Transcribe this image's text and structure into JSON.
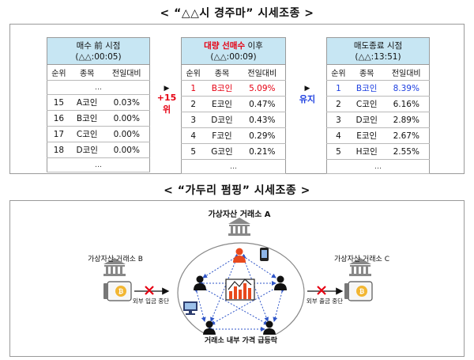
{
  "titles": {
    "section1": "< “△△시 경주마” 시세조종 >",
    "section2": "< “가두리 펌핑” 시세조종 >"
  },
  "tables": [
    {
      "header_line1": "매수 前 시점",
      "header_line2": "(△△:00:05)",
      "columns": [
        "순위",
        "종목",
        "전일대비"
      ],
      "rows": [
        {
          "rank": "…",
          "name": "",
          "change": ""
        },
        {
          "rank": "15",
          "name": "A코인",
          "change": "0.03%"
        },
        {
          "rank": "16",
          "name": "B코인",
          "change": "0.00%"
        },
        {
          "rank": "17",
          "name": "C코인",
          "change": "0.00%"
        },
        {
          "rank": "18",
          "name": "D코인",
          "change": "0.00%"
        }
      ],
      "footer": "…"
    },
    {
      "header_line1a": "대량 선매수",
      "header_line1b": " 이후",
      "header_line2": "(△△:00:09)",
      "columns": [
        "순위",
        "종목",
        "전일대비"
      ],
      "rows": [
        {
          "rank": "1",
          "name": "B코인",
          "change": "5.09%"
        },
        {
          "rank": "2",
          "name": "E코인",
          "change": "0.47%"
        },
        {
          "rank": "3",
          "name": "D코인",
          "change": "0.43%"
        },
        {
          "rank": "4",
          "name": "F코인",
          "change": "0.29%"
        },
        {
          "rank": "5",
          "name": "G코인",
          "change": "0.21%"
        }
      ],
      "footer": "…"
    },
    {
      "header_line1": "매도종료 시점",
      "header_line2": "(△△:13:51)",
      "columns": [
        "순위",
        "종목",
        "전일대비"
      ],
      "rows": [
        {
          "rank": "1",
          "name": "B코인",
          "change": "8.39%"
        },
        {
          "rank": "2",
          "name": "C코인",
          "change": "6.16%"
        },
        {
          "rank": "3",
          "name": "D코인",
          "change": "2.89%"
        },
        {
          "rank": "4",
          "name": "E코인",
          "change": "2.67%"
        },
        {
          "rank": "5",
          "name": "H코인",
          "change": "2.55%"
        }
      ],
      "footer": "…"
    }
  ],
  "arrows": {
    "first_line1": "+15",
    "first_line2": "위",
    "second": "유지"
  },
  "diagram": {
    "exchange_a": "가상자산 거래소 A",
    "exchange_b": "가상자산 거래소 B",
    "exchange_c": "가상자산 거래소 C",
    "deposit_blocked": "외부 입금 중단",
    "withdraw_blocked": "외부 출금 중단",
    "internal_price": "거래소 내부 가격 급등락"
  },
  "colors": {
    "header_bg": "#c7e6f3",
    "highlight_red": "#e60012",
    "highlight_blue": "#1d3fe0",
    "link_blue": "#2f55c8",
    "coin_gold": "#f2b632"
  }
}
